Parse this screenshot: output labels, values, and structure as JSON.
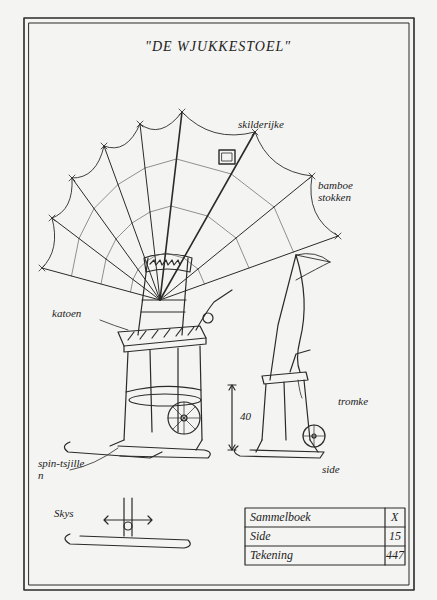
{
  "diagram": {
    "title": "\"DE WJUKKESTOEL\"",
    "labels": [
      "skilderijke",
      "bamboe stokken",
      "katoen",
      "spin-tsjillen",
      "40",
      "tromke",
      "side",
      "Skys",
      "Sammelboek",
      "X",
      "Side",
      "15",
      "Tekening",
      "447"
    ]
  }
}
